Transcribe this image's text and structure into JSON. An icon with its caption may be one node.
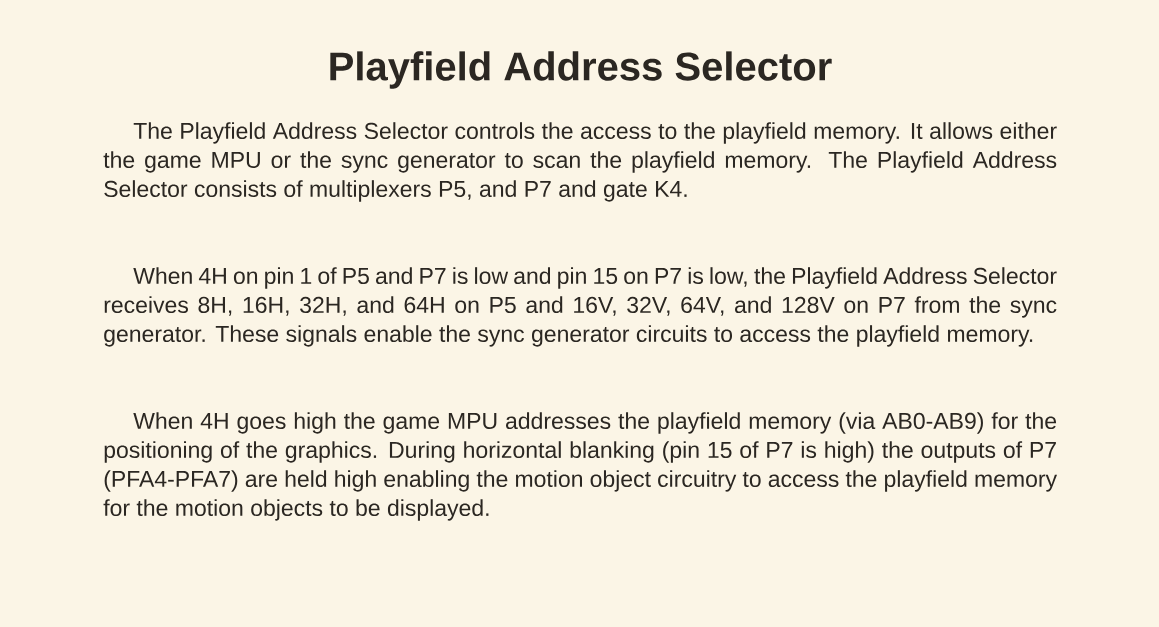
{
  "diagram": {
    "title": "Playfield Address Selector",
    "labels": [
      "The Playfield Address Selector controls the access to the playfield memory. It allows either the game MPU or the sync generator to scan the playfield memory. The Playfield Address Selector consists of multiplexers P5, and P7 and gate K4.",
      "When 4H on pin 1 of P5 and P7 is low and pin 15 on P7 is low, the Playfield Address Selector receives 8H, 16H, 32H, and 64H on P5 and 16V, 32V, 64V, and 128V on P7 from the sync generator. These signals enable the sync generator circuits to access the playfield memory.",
      "When 4H goes high the game MPU addresses the playfield memory (via AB0-AB9) for the positioning of the graphics. During horizontal blanking (pin 15 of P7 is high) the outputs of P7 (PFA4-PFA7) are held high enabling the motion object circuitry to access the playfield memory for the motion objects to be displayed."
    ]
  }
}
